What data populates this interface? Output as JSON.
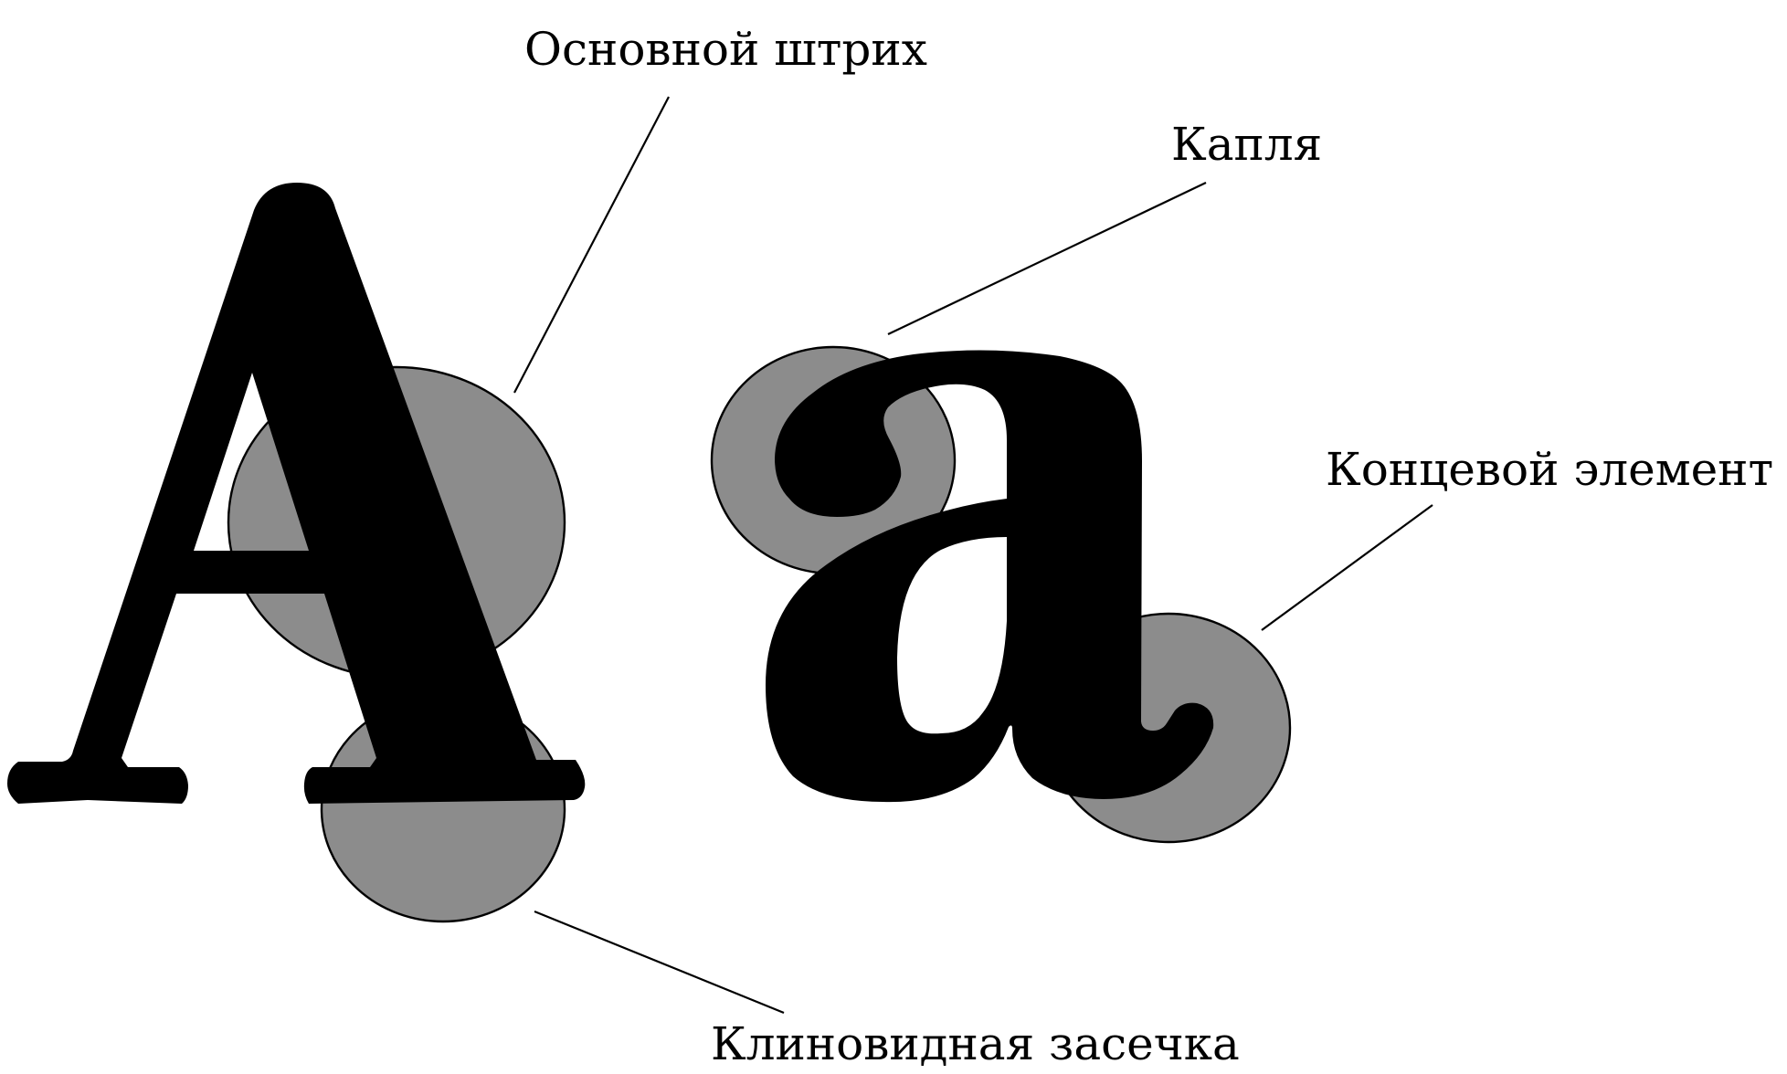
{
  "labels": {
    "main_stroke": "Основной штрих",
    "ball_terminal": "Капля",
    "terminal": "Концевой элемент",
    "wedge_serif": "Клиновидная засечка"
  },
  "colors": {
    "callout_fill": "#8c8c8c",
    "glyph_fill": "#000000",
    "leader_line": "#000000",
    "background": "#ffffff"
  }
}
